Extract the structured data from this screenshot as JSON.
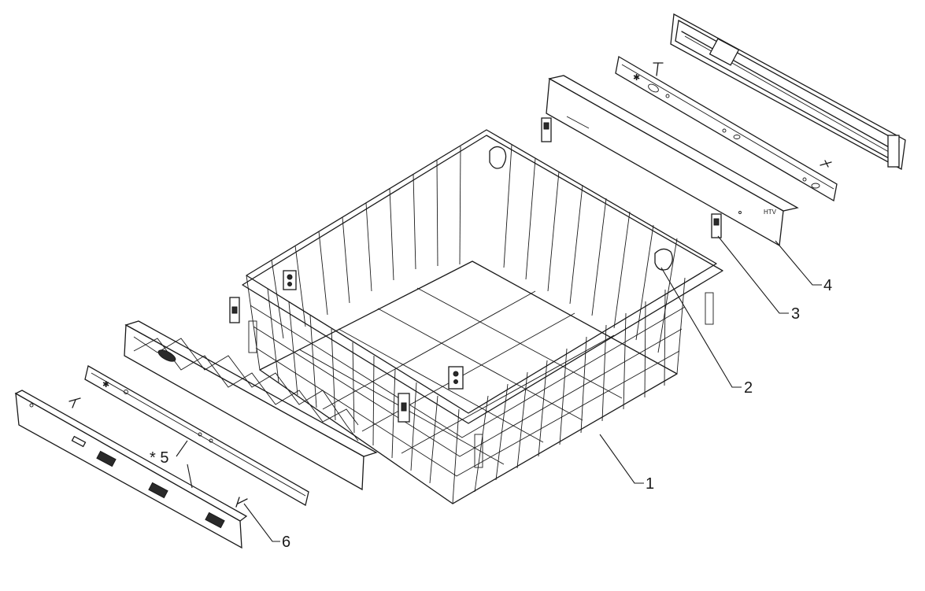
{
  "callouts": [
    {
      "id": "1",
      "text": "1"
    },
    {
      "id": "2",
      "text": "2"
    },
    {
      "id": "3",
      "text": "3"
    },
    {
      "id": "4",
      "text": "4"
    },
    {
      "id": "5",
      "text": "* 5"
    },
    {
      "id": "6",
      "text": "6"
    }
  ],
  "colors": {
    "line": "#1a1a1a",
    "background": "#ffffff"
  }
}
